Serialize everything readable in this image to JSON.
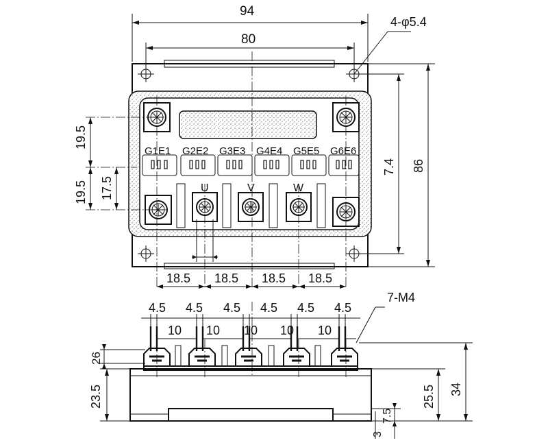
{
  "dimensions": {
    "top_overall_width": "94",
    "top_hole_pitch": "80",
    "mount_holes": "4-φ5.4",
    "left_19_5_upper": "19.5",
    "left_19_5_lower": "19.5",
    "left_17_5": "17.5",
    "right_7_4": "7.4",
    "right_86": "86",
    "pitch_1": "18.5",
    "pitch_2": "18.5",
    "pitch_3": "18.5",
    "pitch_4": "18.5",
    "tab_4_5": [
      "4.5",
      "4.5",
      "4.5",
      "4.5",
      "4.5",
      "4.5"
    ],
    "tab_10": [
      "10",
      "10",
      "10",
      "10",
      "10"
    ],
    "screw_terminals": "7-M4",
    "side_26": "26",
    "side_23_5": "23.5",
    "side_25_5": "25.5",
    "side_34": "34",
    "side_7_5": "7.5",
    "side_3": "3"
  },
  "terminal_labels": {
    "g1e1": "G1E1",
    "g2e2": "G2E2",
    "g3e3": "G3E3",
    "g4e4": "G4E4",
    "g5e5": "G5E5",
    "g6e6": "G6E6",
    "u": "U",
    "v": "V",
    "w": "W"
  }
}
